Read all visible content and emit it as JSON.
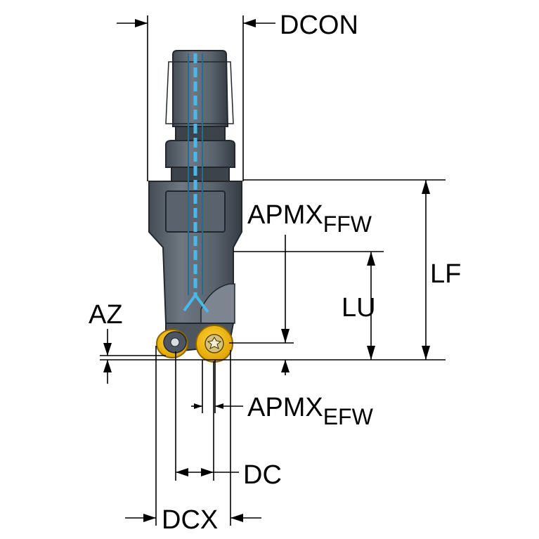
{
  "labels": {
    "dcon": "DCON",
    "apmx_ffw_main": "APMX",
    "apmx_ffw_sub": "FFW",
    "lf": "LF",
    "lu": "LU",
    "az": "AZ",
    "apmx_efw_main": "APMX",
    "apmx_efw_sub": "EFW",
    "dc": "DC",
    "dcx": "DCX"
  },
  "colors": {
    "tool_body": "#5d6670",
    "tool_dark": "#2f363e",
    "coolant": "#4ab8ea",
    "insert": "#f2b705",
    "insert_dark": "#c18f00",
    "dimension": "#000000"
  }
}
